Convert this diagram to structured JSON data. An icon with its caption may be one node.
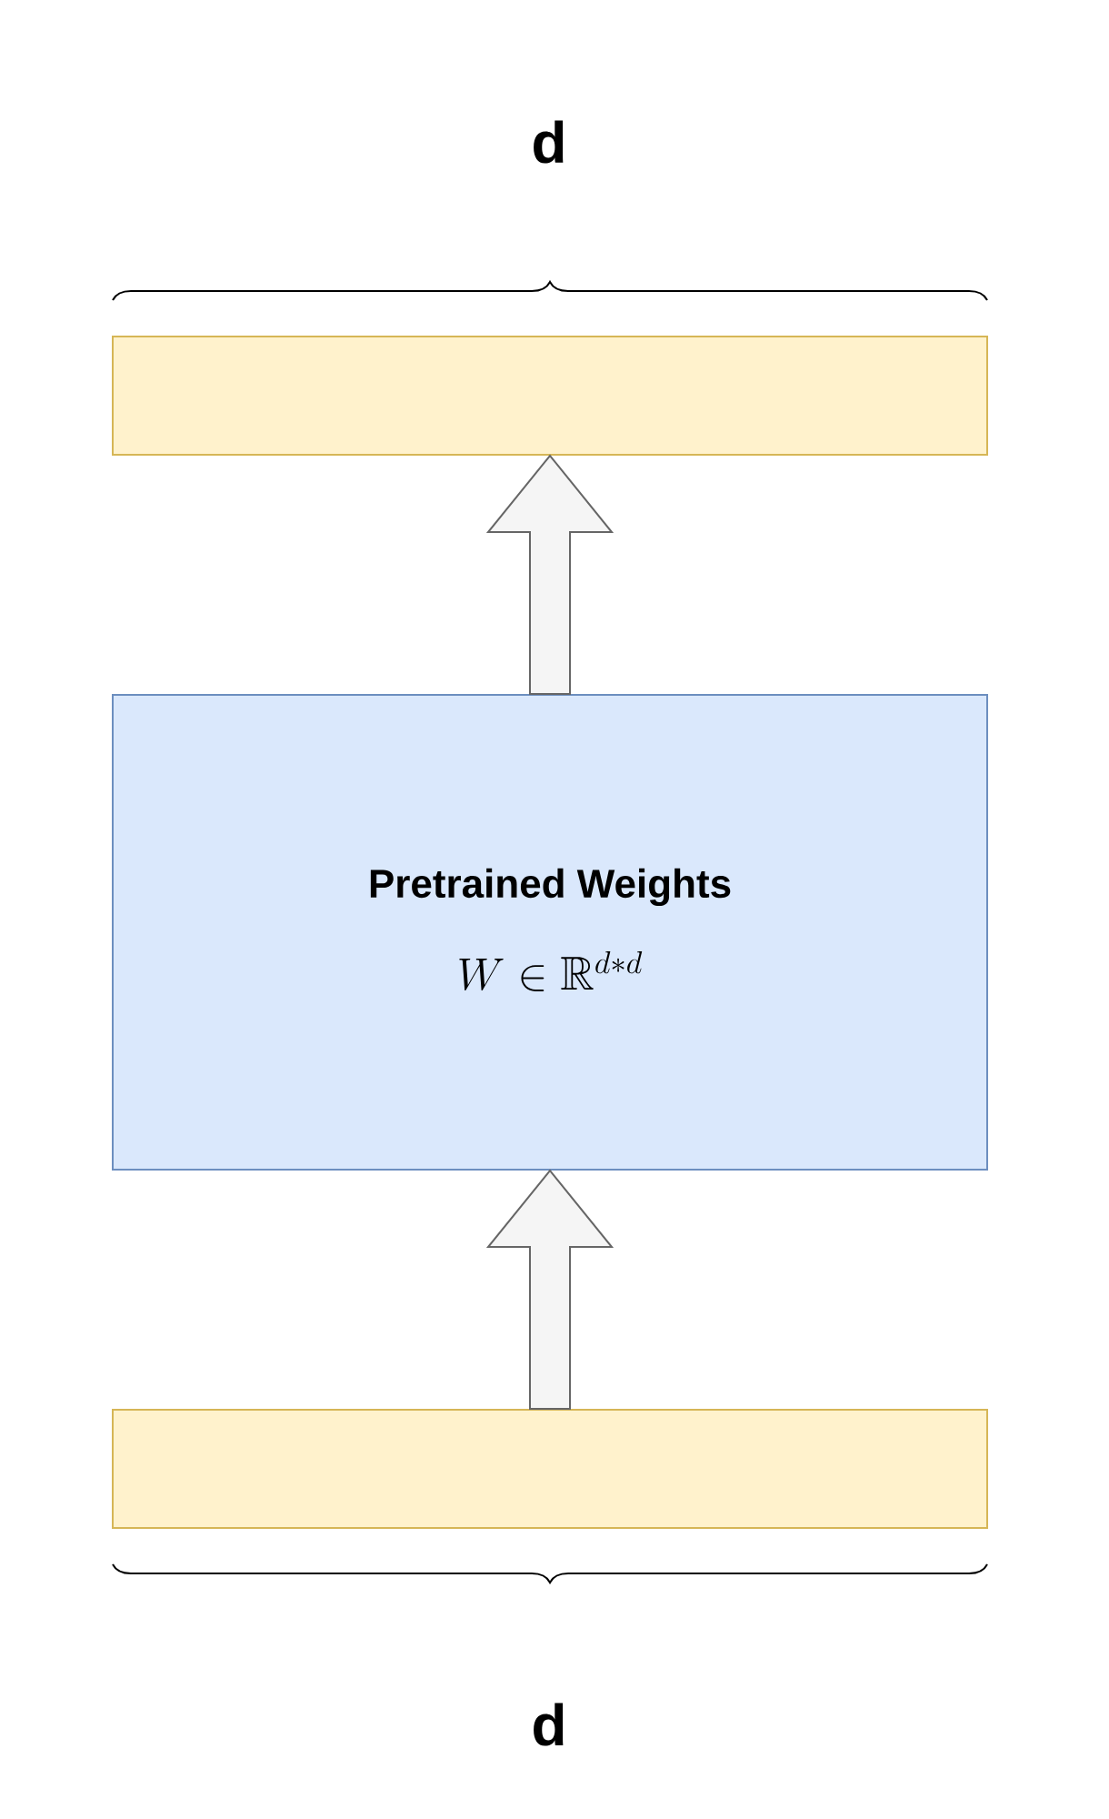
{
  "diagram": {
    "nodes": [
      {
        "text": [],
        "shape": "bar"
      },
      {
        "text": [
          "Pretrained Weights",
          "W \\in \\mathbb{R}^{d*d}"
        ]
      },
      {
        "text": [],
        "shape": "bar"
      }
    ],
    "edges": [
      {
        "from": 2,
        "to": 1,
        "arrow": "to"
      },
      {
        "from": 1,
        "to": 0,
        "arrow": "to"
      }
    ],
    "labels": [
      "d",
      "d"
    ]
  }
}
